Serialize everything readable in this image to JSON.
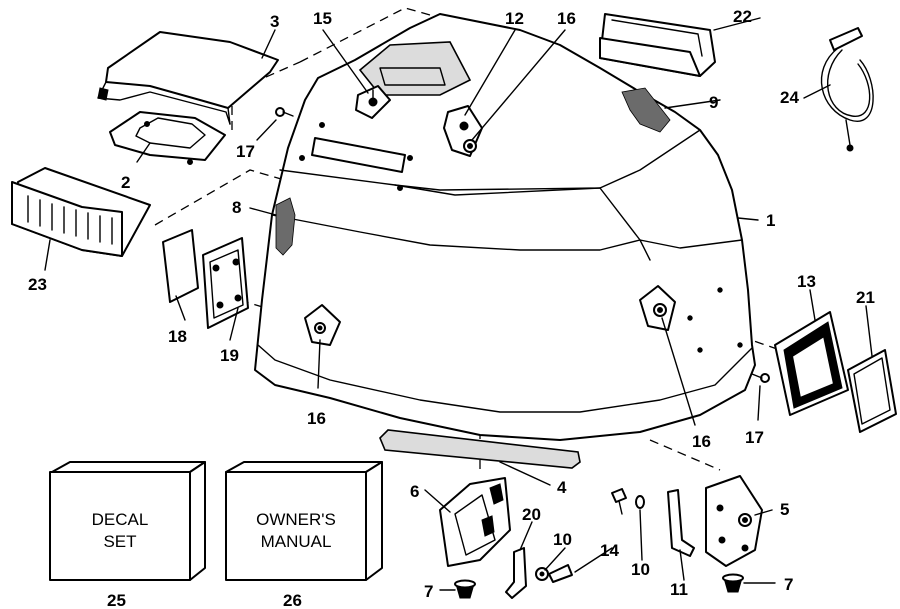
{
  "callouts": {
    "c1": "1",
    "c2": "2",
    "c3": "3",
    "c4": "4",
    "c5": "5",
    "c6": "6",
    "c7a": "7",
    "c7b": "7",
    "c8": "8",
    "c9": "9",
    "c10a": "10",
    "c10b": "10",
    "c11": "11",
    "c12": "12",
    "c13": "13",
    "c14": "14",
    "c15": "15",
    "c16a": "16",
    "c16b": "16",
    "c16c": "16",
    "c17a": "17",
    "c17b": "17",
    "c18": "18",
    "c19": "19",
    "c20": "20",
    "c21": "21",
    "c22": "22",
    "c23": "23",
    "c24": "24",
    "c25": "25",
    "c26": "26"
  },
  "boxes": {
    "decal_line1": "DECAL",
    "decal_line2": "SET",
    "manual_line1": "OWNER'S",
    "manual_line2": "MANUAL"
  }
}
